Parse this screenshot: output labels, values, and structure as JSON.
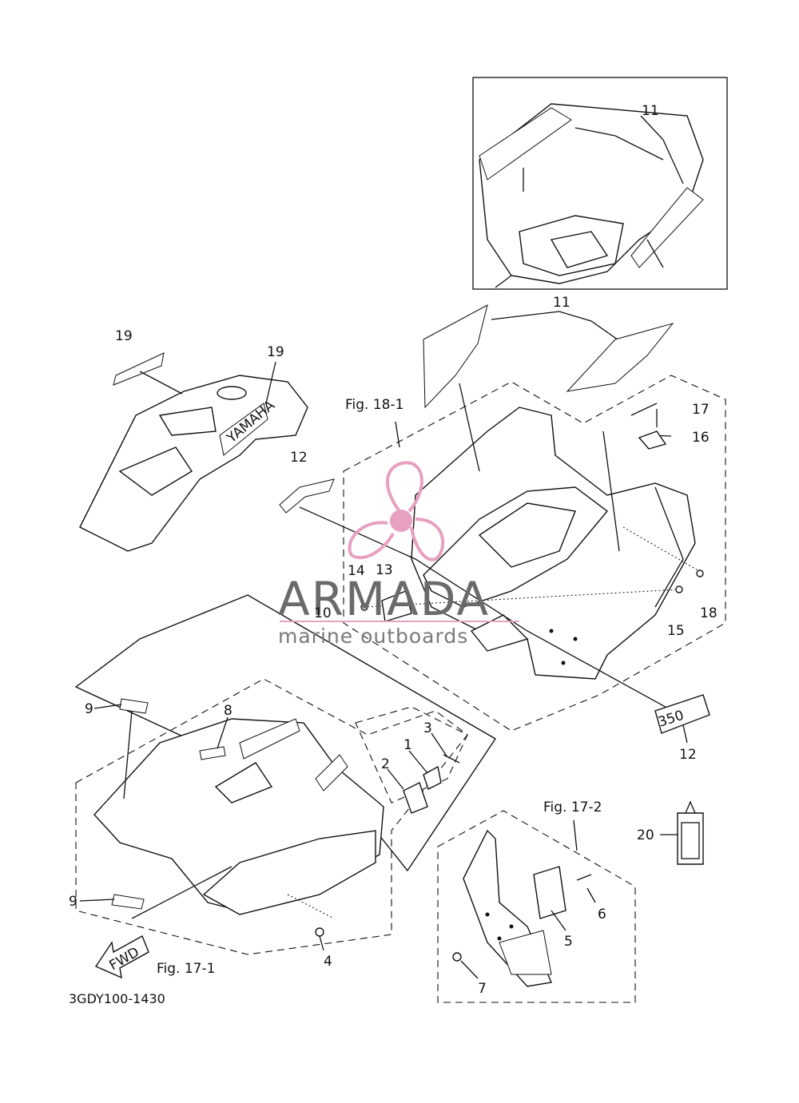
{
  "callouts": {
    "c1": "1",
    "c2": "2",
    "c3": "3",
    "c4": "4",
    "c5": "5",
    "c6": "6",
    "c7": "7",
    "c8": "8",
    "c9a": "9",
    "c9b": "9",
    "c10": "10",
    "c11a": "11",
    "c11b": "11",
    "c12a": "12",
    "c12b": "12",
    "c13": "13",
    "c14": "14",
    "c15": "15",
    "c16": "16",
    "c17": "17",
    "c18": "18",
    "c19a": "19",
    "c19b": "19",
    "c20": "20"
  },
  "figures": {
    "fig18_1": "Fig. 18-1",
    "fig17_1": "Fig. 17-1",
    "fig17_2": "Fig. 17-2"
  },
  "part_code": "3GDY100-1430",
  "decal_text": {
    "yamaha": "YAMAHA",
    "fwd": "FWD",
    "model": "350"
  },
  "watermark": {
    "brand": "ARMADA",
    "tagline": "marine outboards",
    "logo_color": "#e8a0c0",
    "text_color": "#6a6a6a"
  },
  "colors": {
    "line": "#111111",
    "background": "#ffffff"
  }
}
